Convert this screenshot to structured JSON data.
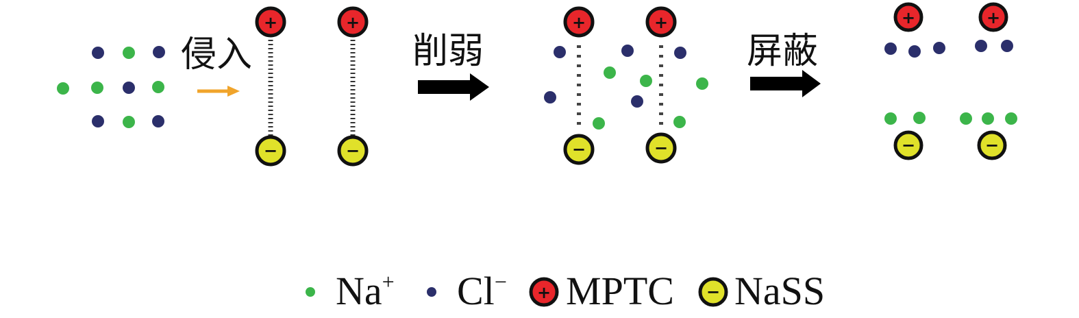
{
  "steps": {
    "invade": "侵入",
    "weaken": "削弱",
    "shield": "屏蔽"
  },
  "legend": {
    "na": {
      "base": "Na",
      "sup": "+"
    },
    "cl": {
      "base": "Cl",
      "sup": "−"
    },
    "mptc": "MPTC",
    "nass": "NaSS"
  },
  "colors": {
    "na": "#3cb54a",
    "cl": "#2b2f6b",
    "mptc": "#e8262b",
    "nass": "#e0e12a",
    "arrow_small": "#f0a42b",
    "arrow_big": "#000000"
  },
  "icons": {
    "mptc_sign": "+",
    "nass_sign": "−"
  }
}
